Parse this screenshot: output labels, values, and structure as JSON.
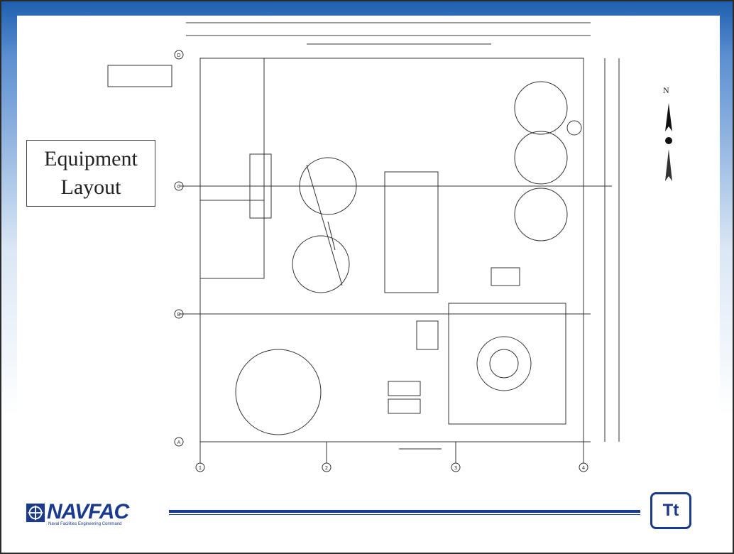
{
  "slide": {
    "title": "Equipment Layout",
    "north_label": "N",
    "logo_text": "NAVFAC",
    "logo_subtext": "Naval Facilities Engineering Command",
    "corner_logo_text": "Tt"
  },
  "colors": {
    "brand_blue": "#1a3a8f",
    "gradient_top": "#1f5fae"
  },
  "drawing": {
    "grid_columns": [
      "1",
      "2",
      "3",
      "4"
    ],
    "grid_rows": [
      "A",
      "B",
      "C",
      "D"
    ]
  }
}
